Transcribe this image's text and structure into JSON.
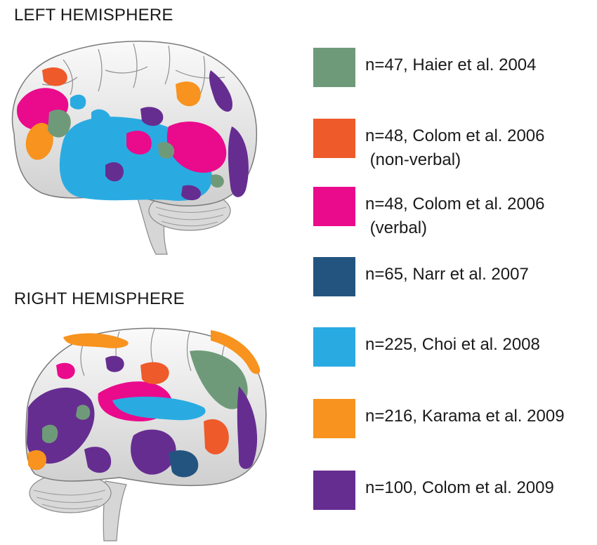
{
  "hemispheres": {
    "left_title": "LEFT HEMISPHERE",
    "right_title": "RIGHT HEMISPHERE"
  },
  "legend": [
    {
      "label": "n=47, Haier et al. 2004",
      "sub": "",
      "color": "#6f9a79"
    },
    {
      "label": "n=48, Colom et al. 2006",
      "sub": " (non-verbal)",
      "color": "#ee5a2a"
    },
    {
      "label": "n=48, Colom et al. 2006",
      "sub": " (verbal)",
      "color": "#ea0a8c"
    },
    {
      "label": "n=65, Narr et al. 2007",
      "sub": "",
      "color": "#23547f"
    },
    {
      "label": "n=225, Choi et al. 2008",
      "sub": "",
      "color": "#29abe2"
    },
    {
      "label": "n=216, Karama et al. 2009",
      "sub": "",
      "color": "#f7931e"
    },
    {
      "label": "n=100, Colom et al. 2009",
      "sub": "",
      "color": "#662d91"
    }
  ]
}
